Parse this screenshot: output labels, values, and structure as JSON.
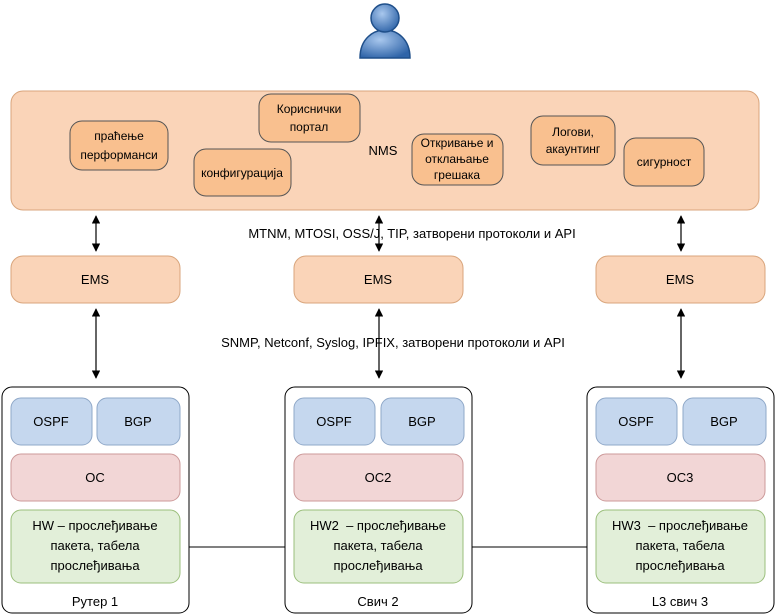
{
  "user_icon": "user-icon",
  "nms": {
    "title": "NMS",
    "modules": [
      {
        "id": "perf",
        "lines": [
          "праћење",
          "перформанси"
        ]
      },
      {
        "id": "portal",
        "lines": [
          "Кориснички",
          "портал"
        ]
      },
      {
        "id": "config",
        "lines": [
          "конфигурација"
        ]
      },
      {
        "id": "fault",
        "lines": [
          "Откривање и",
          "отклањање",
          "грешака"
        ]
      },
      {
        "id": "logs",
        "lines": [
          "Логови,",
          "акаунтинг"
        ]
      },
      {
        "id": "security",
        "lines": [
          "сигурност"
        ]
      }
    ]
  },
  "protocols": {
    "nms_ems": "MTNM, MTOSI, OSS/J, TIP, затворени протоколи и API",
    "ems_device": "SNMP, Netconf, Syslog, IPFIX, затворени протоколи и API"
  },
  "ems": [
    "EMS",
    "EMS",
    "EMS"
  ],
  "devices": [
    {
      "name": "Рутер 1",
      "proto1": "OSPF",
      "proto2": "BGP",
      "os": "OC",
      "hw": [
        "HW – прослеђивање",
        "пакета, табела",
        "прослеђивања"
      ]
    },
    {
      "name": "Свич 2",
      "proto1": "OSPF",
      "proto2": "BGP",
      "os": "OC2",
      "hw": [
        "HW2  – прослеђивање",
        "пакета, табела",
        "прослеђивања"
      ]
    },
    {
      "name": "L3 свич 3",
      "proto1": "OSPF",
      "proto2": "BGP",
      "os": "OC3",
      "hw": [
        "HW3  – прослеђивање",
        "пакета, табела",
        "прослеђивања"
      ]
    }
  ],
  "colors": {
    "nms_fill": "#fad4b8",
    "module_fill": "#f9c08f",
    "ems_fill": "#fad4b8",
    "proto_fill": "#c5d7ee",
    "os_fill": "#f2d6d6",
    "hw_fill": "#e2efd9",
    "user_fill": "#6f9fd8"
  }
}
